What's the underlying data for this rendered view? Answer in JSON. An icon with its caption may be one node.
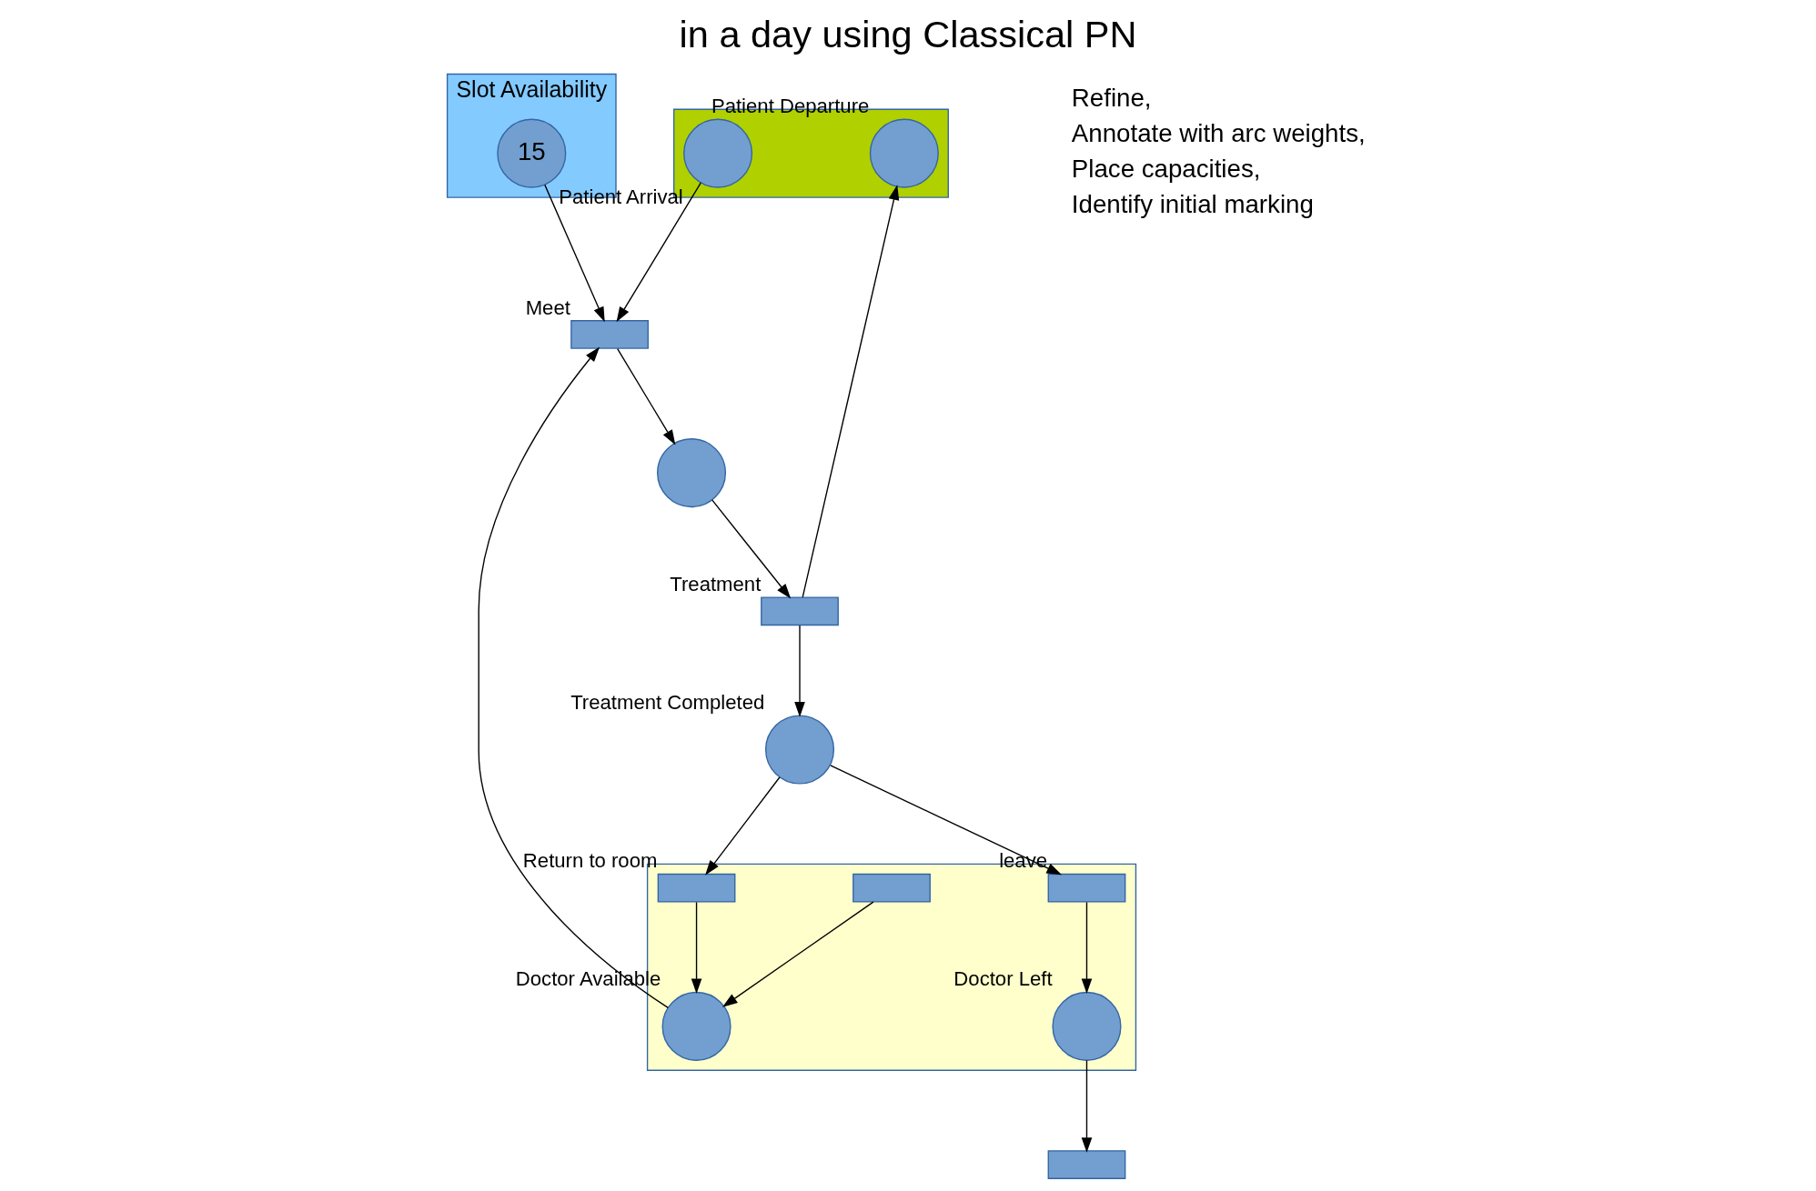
{
  "diagram": {
    "title": "in a day using Classical PN",
    "nodes": [
      {
        "text": [
          "Slot Availability"
        ]
      },
      {
        "text": [
          "15"
        ],
        "in": 0
      },
      {
        "text": [],
        "shape": "box"
      },
      {
        "text": [],
        "shape": "circle",
        "beside": [
          "Patient Arrival"
        ],
        "in": 2
      },
      {
        "text": [],
        "shape": "circle",
        "beside": [
          "Patient Departure"
        ],
        "in": 2
      },
      {
        "text": [],
        "shape": "box"
      },
      {
        "text": [],
        "shape": "bar",
        "in": 5
      },
      {
        "text": [],
        "shape": "circle",
        "beside": [
          "Doctor Available"
        ],
        "in": 5
      },
      {
        "text": [],
        "shape": "bar",
        "beside": [
          "Return to room"
        ],
        "in": 5
      },
      {
        "text": [],
        "shape": "circle",
        "beside": [
          "Doctor Left"
        ],
        "in": 5
      },
      {
        "text": [],
        "shape": "bar",
        "beside": [
          "leave"
        ],
        "in": 5
      },
      {
        "text": [],
        "shape": "bar"
      },
      {
        "text": [],
        "shape": "bar",
        "beside": [
          "Meet"
        ]
      },
      {
        "text": [],
        "shape": "circle"
      },
      {
        "text": [],
        "shape": "bar",
        "beside": [
          "Treatment"
        ]
      },
      {
        "text": [],
        "shape": "circle",
        "beside": [
          "Treatment Completed"
        ]
      }
    ],
    "edges": [
      {
        "from": 1,
        "to": 12,
        "arrow": "to"
      },
      {
        "from": 3,
        "to": 12,
        "arrow": "to"
      },
      {
        "from": 7,
        "to": 12,
        "arrow": "to"
      },
      {
        "from": 12,
        "to": 13,
        "arrow": "to"
      },
      {
        "from": 13,
        "to": 14,
        "arrow": "to"
      },
      {
        "from": 14,
        "to": 4,
        "arrow": "to"
      },
      {
        "from": 14,
        "to": 15,
        "arrow": "to"
      },
      {
        "from": 15,
        "to": 8,
        "arrow": "to"
      },
      {
        "from": 15,
        "to": 10,
        "arrow": "to"
      },
      {
        "from": 6,
        "to": 7,
        "arrow": "to"
      },
      {
        "from": 8,
        "to": 7,
        "arrow": "to"
      },
      {
        "from": 10,
        "to": 9,
        "arrow": "to"
      },
      {
        "from": 9,
        "to": 11,
        "arrow": "to"
      }
    ],
    "labels": [
      "Refine,",
      "Annotate with arc weights,",
      "Place capacities,",
      "Identify initial marking"
    ]
  }
}
